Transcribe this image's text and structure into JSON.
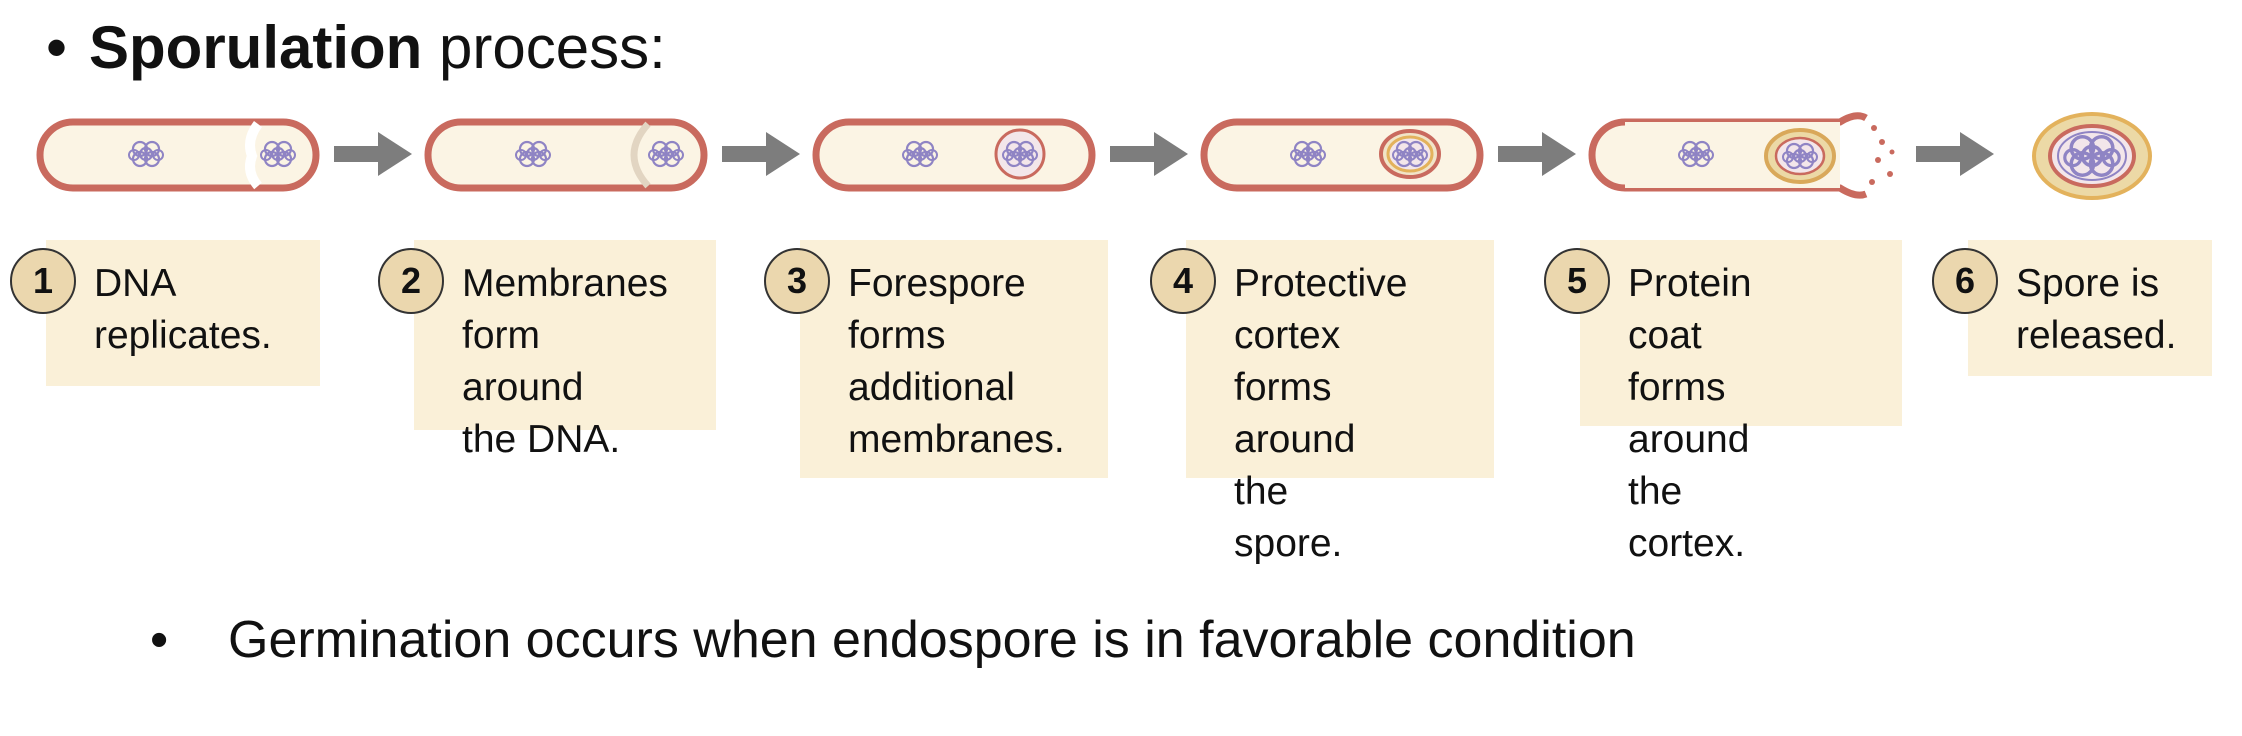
{
  "title": {
    "bullet": "•",
    "bold": "Sporulation",
    "rest": " process:"
  },
  "steps": [
    {
      "number": "1",
      "label": "DNA\nreplicates."
    },
    {
      "number": "2",
      "label": "Membranes\nform around\nthe DNA."
    },
    {
      "number": "3",
      "label": "Forespore\nforms\nadditional\nmembranes."
    },
    {
      "number": "4",
      "label": "Protective\ncortex forms\naround the\nspore."
    },
    {
      "number": "5",
      "label": "Protein coat\nforms around\nthe cortex."
    },
    {
      "number": "6",
      "label": "Spore is\nreleased."
    }
  ],
  "bottom": {
    "bullet": "•",
    "text": "Germination occurs when endospore is in favorable condition"
  },
  "colors": {
    "cell_wall": "#c96a5e",
    "cytoplasm": "#fbf4e4",
    "dna": "#8f84c4",
    "cortex": "#e3b25c",
    "arrow": "#7d7d7d",
    "label_box": "#faf0d8",
    "number_badge": "#ebd7ae"
  }
}
